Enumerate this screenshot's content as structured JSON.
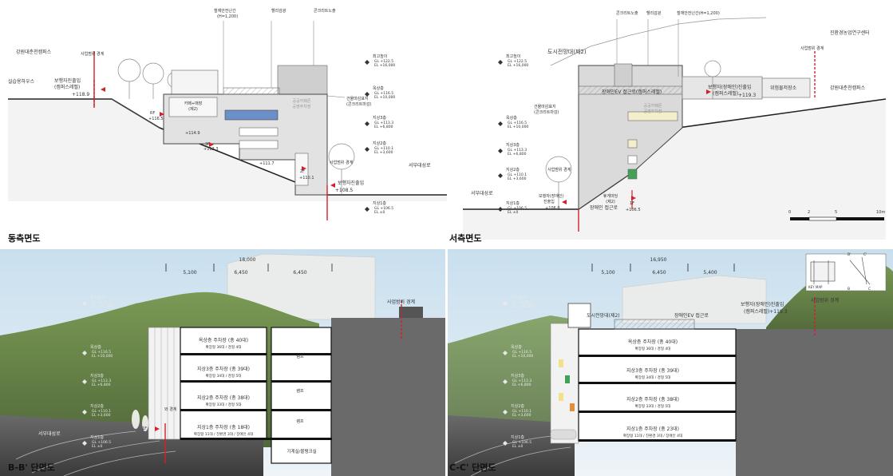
{
  "titles": {
    "east": "동측면도",
    "west": "서측면도",
    "bb": "B-B' 단면도",
    "cc": "C-C' 단면도"
  },
  "east": {
    "left_labels": [
      "강원대춘천캠퍼스",
      "실습용하우스"
    ],
    "entry": [
      "보행자진출입",
      "(캠퍼스레벨)",
      "+118.9"
    ],
    "boundary_top": "사업범위 경계",
    "boundary_right": "사업범위 경계",
    "callouts": [
      "철재안전난간",
      "(H=1,200)",
      "헬리감광",
      "콘크리트노출"
    ],
    "cafe": [
      "카페+매장",
      "(제2)"
    ],
    "pub_cafe": [
      "공공카페존",
      "공영주차장"
    ],
    "blank_wall": [
      "건물마감표지",
      "(콘크리트마감)"
    ],
    "elevs": [
      "+114.9",
      "+113.3",
      "+111.7",
      "+110.1",
      "+108.5"
    ],
    "rf": [
      "RF",
      "+116.5"
    ],
    "floor_3f": "3F",
    "floor_2f": "2F",
    "entry2": [
      "보행자진출입",
      "+108.5"
    ],
    "road": "서부대성로",
    "levels": [
      [
        "최고높이",
        "GL +122.5",
        "EL +16,000"
      ],
      [
        "옥상층",
        "GL +116.5",
        "EL +10,000"
      ],
      [
        "지상3층",
        "GL +113.3",
        "EL +6,800"
      ],
      [
        "지상2층",
        "GL +110.1",
        "EL +3,600"
      ],
      [
        "지상1층",
        "GL +106.5",
        "EL ±0"
      ]
    ]
  },
  "west": {
    "callouts": [
      "콘크리트노출",
      "헬리감광",
      "철재안전난간(H=1,200)"
    ],
    "top_right": "진환경농업연구센터",
    "city_sign": "도시전망대(제2)",
    "elev_ev": "장애인EV 접근로(캠퍼스레벨)",
    "entry": [
      "보행자(장애인)진출입",
      "(캠퍼스레벨)",
      "+119.3"
    ],
    "storage": "위험물저장소",
    "campus": "강원대춘천캠퍼스",
    "boundary": "사업범위 경계",
    "blank_wall": [
      "건물마감표지",
      "(콘크리트마감)"
    ],
    "pub_cafe": [
      "공공카페존",
      "공영주차장"
    ],
    "rest": [
      "휴게마당",
      "(제2)"
    ],
    "ped_entry": [
      "보행자(장애인)",
      "진출입",
      "+106.0"
    ],
    "access": "장애인 접근로",
    "floor_1f": [
      "1F",
      "+106.5"
    ],
    "boundary_low": "사업범위 경계",
    "road": "서부대성로",
    "levels": [
      [
        "최고높이",
        "GL +122.5",
        "EL +16,000"
      ],
      [
        "옥상층",
        "GL +116.5",
        "EL +10,000"
      ],
      [
        "지상3층",
        "GL +113.3",
        "EL +6,800"
      ],
      [
        "지상2층",
        "GL +110.1",
        "EL +3,600"
      ],
      [
        "지상1층",
        "GL +106.5",
        "EL ±0"
      ]
    ],
    "scale": [
      "0",
      "2",
      "5",
      "10m"
    ]
  },
  "bb": {
    "dims": [
      "18,000",
      "5,100",
      "6,450",
      "6,450"
    ],
    "floors": [
      [
        "옥상층 주차장 (총 40대)",
        "확장형 36대 / 경형 4대"
      ],
      [
        "지상3층 주차장 (총 39대)",
        "확장형 34대 / 경형 5대"
      ],
      [
        "지상2층 주차장 (총 38대)",
        "확장형 33대 / 경형 5대"
      ],
      [
        "지상1층 주차장 (총 18대)",
        "확장형 11대 / 친환경 3대 / 장애인 4대"
      ]
    ],
    "ramps": [
      "램프",
      "램프",
      "램프"
    ],
    "mech": "기계실/물탱크실",
    "boundary": "사업범위 경계",
    "road": "서부대성로",
    "side": "와 경계",
    "floor_1f": "1F",
    "levels": [
      [
        "최고높이",
        "GL +122.5",
        "EL +16,000"
      ],
      [
        "옥상층",
        "GL +116.5",
        "EL +10,000"
      ],
      [
        "지상3층",
        "GL +113.3",
        "EL +6,800"
      ],
      [
        "지상2층",
        "GL +110.1",
        "EL +3,600"
      ],
      [
        "지상1층",
        "GL +106.5",
        "EL ±0"
      ]
    ]
  },
  "cc": {
    "dims": [
      "16,950",
      "5,100",
      "6,450",
      "5,400"
    ],
    "city_sign": "도시전망대(제2)",
    "elev_ev": "장애인EV 접근로",
    "entry": [
      "보행자(장애인)진출입",
      "(캠퍼스레벨)+119.3"
    ],
    "boundary": "사업범위 경계",
    "floors": [
      [
        "옥상층 주차장 (총 40대)",
        "확장형 36대 / 경형 4대"
      ],
      [
        "지상3층 주차장 (총 39대)",
        "확장형 34대 / 경형 5대"
      ],
      [
        "지상2층 주차장 (총 38대)",
        "확장형 33대 / 경형 5대"
      ],
      [
        "지상1층 주차장 (총 23대)",
        "확장형 11대 / 친환경 3대 / 장애인 4대"
      ]
    ],
    "keymap": "KEY MAP",
    "keys": [
      "B'",
      "C'",
      "B",
      "C"
    ],
    "levels": [
      [
        "최고높이",
        "GL +122.5",
        "EL +16,000"
      ],
      [
        "옥상층",
        "GL +116.5",
        "EL +10,000"
      ],
      [
        "지상3층",
        "GL +113.3",
        "EL +6,800"
      ],
      [
        "지상2층",
        "GL +110.1",
        "EL +3,600"
      ],
      [
        "지상1층",
        "GL +106.5",
        "EL ±0"
      ]
    ]
  },
  "colors": {
    "accent_red": "#d4202a",
    "glass_blue": "#6b8fc9",
    "building_gray": "#d2d2d2",
    "sky": "#dbe9f3",
    "hill": "#6f8f4a"
  }
}
